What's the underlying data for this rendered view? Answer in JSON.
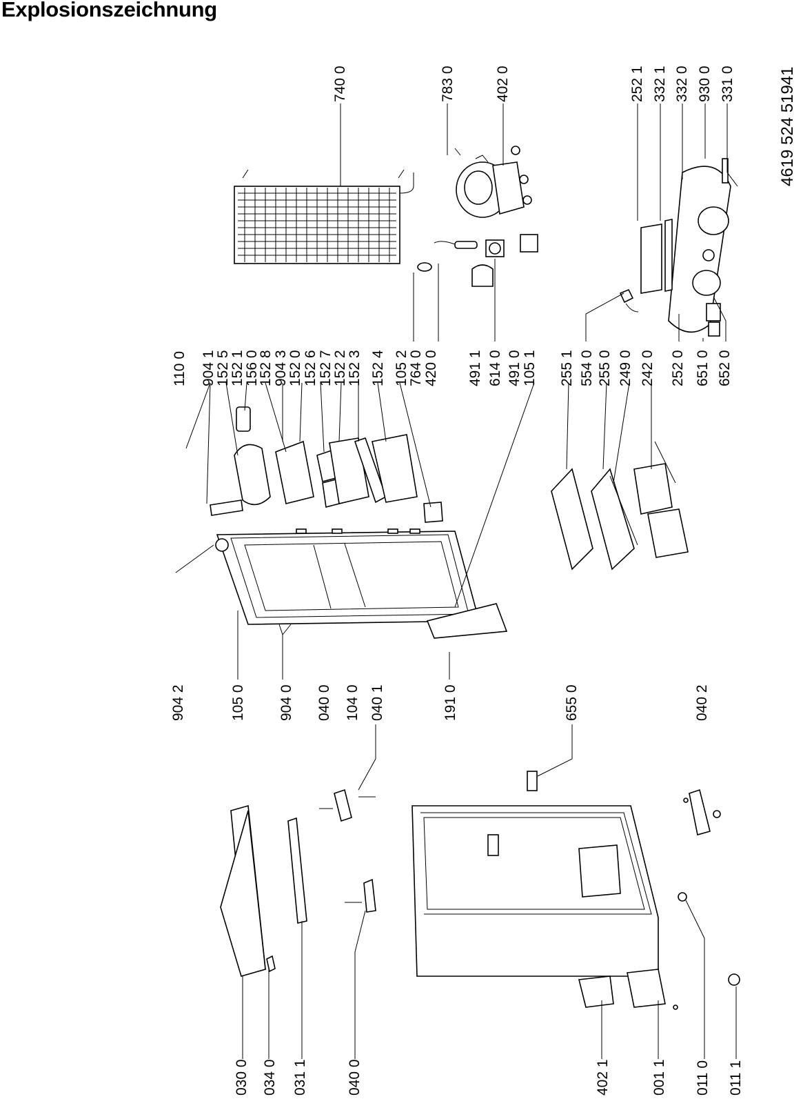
{
  "title": "Explosionszeichnung",
  "document_number": "4619 524 51941",
  "callouts": {
    "top": [
      "740 0",
      "783 0",
      "402 0",
      "252 1",
      "332 1",
      "332 0",
      "930 0",
      "331 0"
    ],
    "middle": [
      "110 0",
      "904 1",
      "152 5",
      "152 1",
      "156 0",
      "152 8",
      "904 3",
      "152 0",
      "152 6",
      "152 7",
      "152 2",
      "152 3",
      "152 4",
      "105 2",
      "764 0",
      "420 0",
      "491 1",
      "614 0",
      "491 0",
      "105 1",
      "255 1",
      "554 0",
      "255 0",
      "249 0",
      "242 0",
      "252 0",
      "651 0",
      "652 0"
    ],
    "lower": [
      "904 2",
      "105 0",
      "904 0",
      "040 0",
      "104 0",
      "040 1",
      "191 0",
      "655 0",
      "040 2"
    ],
    "bottom": [
      "030 0",
      "034 0",
      "031 1",
      "040 0",
      "402 1",
      "001 1",
      "011 0",
      "011 1"
    ]
  }
}
